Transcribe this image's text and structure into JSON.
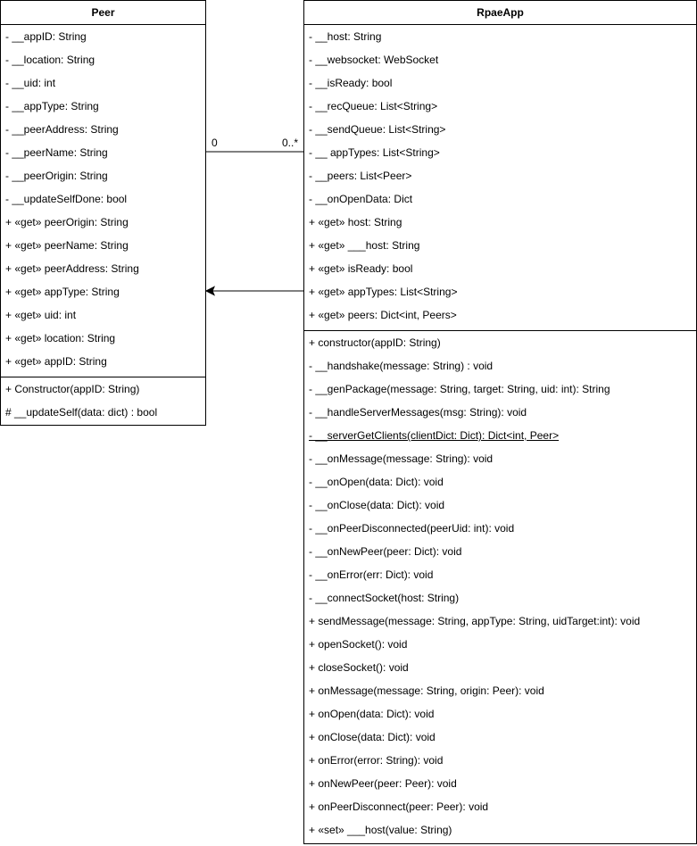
{
  "peer": {
    "name": "Peer",
    "attributes": [
      "- __appID: String",
      "- __location: String",
      "- __uid: int",
      "- __appType: String",
      "- __peerAddress: String",
      "- __peerName: String",
      "- __peerOrigin: String",
      "- __updateSelfDone: bool",
      "+ «get» peerOrigin: String",
      "+ «get» peerName: String",
      "+ «get» peerAddress: String",
      "+ «get» appType: String",
      "+ «get» uid: int",
      "+ «get» location: String",
      "+ «get» appID: String"
    ],
    "methods": [
      "+ Constructor(appID: String)",
      "# __updateSelf(data: dict) : bool"
    ]
  },
  "rpae": {
    "name": "RpaeApp",
    "attributes": [
      "- __host: String",
      "- __websocket: WebSocket",
      "- __isReady: bool",
      "- __recQueue: List<String>",
      "- __sendQueue: List<String>",
      "- __ appTypes: List<String>",
      "- __peers: List<Peer>",
      "- __onOpenData: Dict",
      "+ «get» host: String",
      "+ «get» ___host: String",
      "+ «get» isReady: bool",
      "+ «get» appTypes: List<String>",
      "+ «get» peers: Dict<int, Peers>"
    ],
    "methods": [
      "+ constructor(appID: String)",
      "- __handshake(message: String) : void",
      "- __genPackage(message: String, target: String, uid: int): String",
      "- __handleServerMessages(msg: String): void",
      "- __serverGetClients(clientDict: Dict): Dict<int, Peer>",
      "- __onMessage(message: String): void",
      "- __onOpen(data: Dict): void",
      "- __onClose(data: Dict): void",
      "- __onPeerDisconnected(peerUid: int): void",
      "- __onNewPeer(peer: Dict): void",
      "- __onError(err: Dict): void",
      "- __connectSocket(host: String)",
      "+ sendMessage(message: String, appType: String, uidTarget:int): void",
      "+ openSocket(): void",
      "+ closeSocket(): void",
      "+ onMessage(message: String, origin: Peer): void",
      "+ onOpen(data: Dict): void",
      "+ onClose(data: Dict): void",
      "+ onError(error: String): void",
      "+ onNewPeer(peer: Peer): void",
      "+ onPeerDisconnect(peer: Peer): void",
      "+ «set» ___host(value: String)"
    ]
  },
  "association": {
    "peer_end": "0",
    "rpae_end": "0..*"
  }
}
